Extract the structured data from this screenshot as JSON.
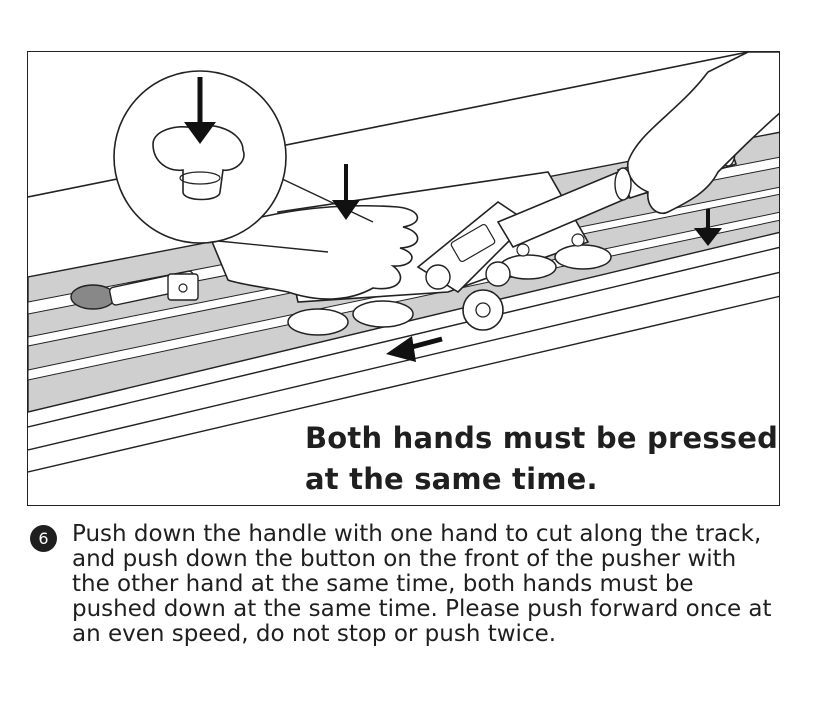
{
  "illustration": {
    "warning_line1": "Both hands must be pressed",
    "warning_line2": "at the same time.",
    "icons": [
      "down-arrow-icon",
      "left-arrow-icon",
      "knob-icon",
      "hand-icon"
    ]
  },
  "step": {
    "number": "6",
    "text": "Push down the handle with one hand to cut along the track, and push down the button on the front of the pusher with the other hand at the same time, both hands must be pushed down at the same time. Please push forward once at an even speed, do not stop or push twice."
  },
  "colors": {
    "line": "#1f1f1f",
    "track_fill": "#c9c9c9",
    "background": "#ffffff"
  }
}
